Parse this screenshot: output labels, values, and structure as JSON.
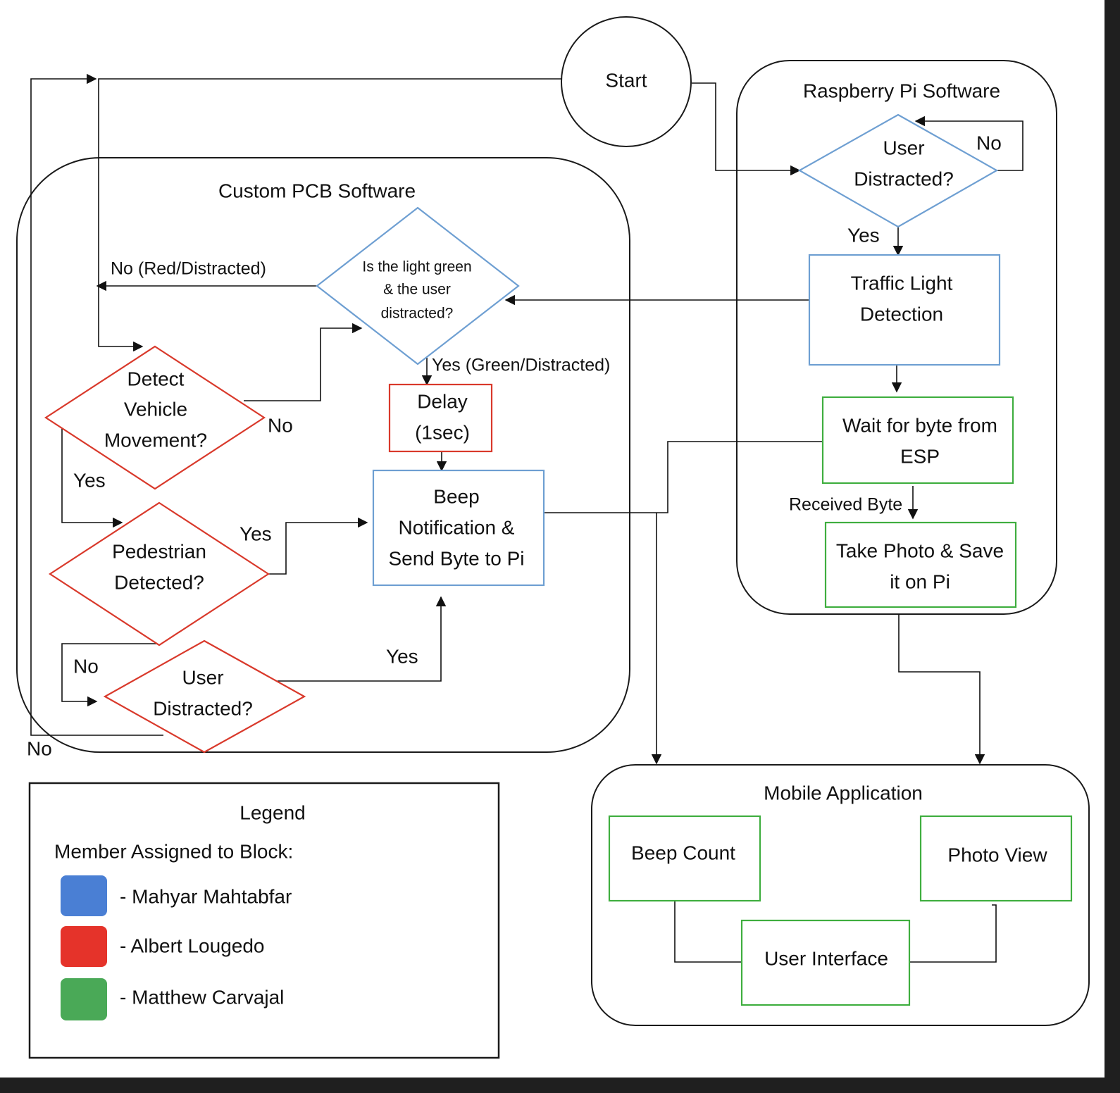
{
  "start": "Start",
  "groups": {
    "pcb": "Custom PCB Software",
    "pi": "Raspberry Pi Software",
    "mobile": "Mobile Application"
  },
  "nodes": {
    "light_green": [
      "Is the light green",
      "& the user",
      "distracted?"
    ],
    "detect_vehicle": [
      "Detect",
      "Vehicle",
      "Movement?"
    ],
    "pedestrian": [
      "Pedestrian",
      "Detected?"
    ],
    "pcb_user_distracted": [
      "User",
      "Distracted?"
    ],
    "delay": [
      "Delay",
      "(1sec)"
    ],
    "beep": [
      "Beep",
      "Notification &",
      "Send Byte to Pi"
    ],
    "pi_user_distracted": [
      "User",
      "Distracted?"
    ],
    "traffic_light": [
      "Traffic Light",
      "Detection"
    ],
    "wait_byte": [
      "Wait for byte from",
      "ESP"
    ],
    "take_photo": [
      "Take Photo & Save",
      "it on Pi"
    ],
    "beep_count": "Beep Count",
    "photo_view": "Photo View",
    "user_interface": "User Interface"
  },
  "edge_labels": {
    "no_red": "No (Red/Distracted)",
    "yes_green": "Yes (Green/Distracted)",
    "vehicle_no": "No",
    "vehicle_yes": "Yes",
    "pedestrian_yes": "Yes",
    "pcb_no_loop": "No",
    "user_yes": "Yes",
    "outer_no": "No",
    "pi_no": "No",
    "pi_yes": "Yes",
    "received": "Received Byte"
  },
  "legend": {
    "title": "Legend",
    "subtitle": "Member Assigned to Block:",
    "members": [
      {
        "name": "- Mahyar Mahtabfar",
        "color": "#4a7fd4"
      },
      {
        "name": "- Albert Lougedo",
        "color": "#e5332a"
      },
      {
        "name": "- Matthew Carvajal",
        "color": "#4aa957"
      }
    ]
  }
}
